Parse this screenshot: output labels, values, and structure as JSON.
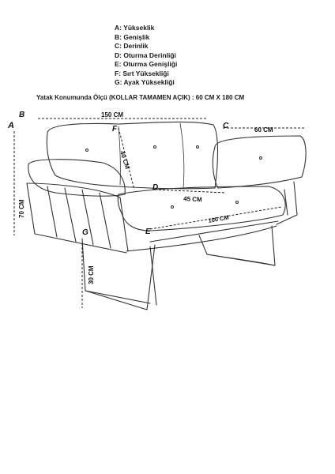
{
  "legend": [
    "A: Yükseklik",
    "B: Genişlik",
    "C: Derinlik",
    "D: Oturma Derinliği",
    "E: Oturma Genişliği",
    "F: Sırt Yüksekliği",
    "G: Ayak Yüksekliği"
  ],
  "bed_note": "Yatak Konumunda Ölçü (KOLLAR TAMAMEN AÇIK) : 60 CM X 180 CM",
  "letters": {
    "a": "A",
    "b": "B",
    "c": "C",
    "d": "D",
    "e": "E",
    "f": "F",
    "g": "G"
  },
  "dimensions": {
    "width": "150 CM",
    "depth": "60 CM",
    "back_height": "40 CM",
    "seat_depth": "45 CM",
    "seat_width": "100 CM",
    "height": "70 CM",
    "leg_height": "30 CM"
  }
}
